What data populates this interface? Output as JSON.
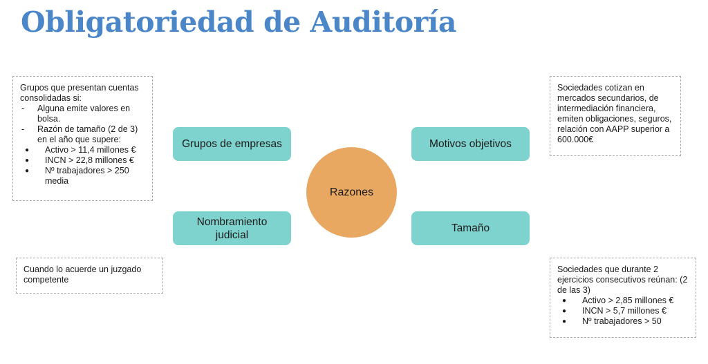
{
  "title": "Obligatoriedad de Auditoría",
  "center": {
    "label": "Razones"
  },
  "nodes": {
    "grupos": "Grupos de empresas",
    "motivos": "Motivos objetivos",
    "nombramiento": "Nombramiento judicial",
    "tamano": "Tamaño"
  },
  "notes": {
    "grupos": {
      "intro": "Grupos que presentan cuentas consolidadas si:",
      "items": [
        "Alguna emite valores en bolsa.",
        "Razón de tamaño (2 de 3) en el año que supere:"
      ],
      "bullets": [
        "Activo > 11,4 millones €",
        "INCN > 22,8 millones €",
        "Nº trabajadores > 250 media"
      ]
    },
    "motivos": {
      "text": "Sociedades cotizan en mercados secundarios, de intermediación financiera, emiten obligaciones, seguros, relación con AAPP superior a 600.000€"
    },
    "nombramiento": {
      "text": "Cuando lo acuerde un juzgado competente"
    },
    "tamano": {
      "intro": "Sociedades que durante 2 ejercicios consecutivos reúnan: (2 de las 3)",
      "bullets": [
        "Activo > 2,85 millones €",
        "INCN > 5,7 millones €",
        "Nº trabajadores > 50"
      ]
    }
  },
  "colors": {
    "title": "#4a86c8",
    "node": "#7ed3cf",
    "center": "#e9a862"
  }
}
